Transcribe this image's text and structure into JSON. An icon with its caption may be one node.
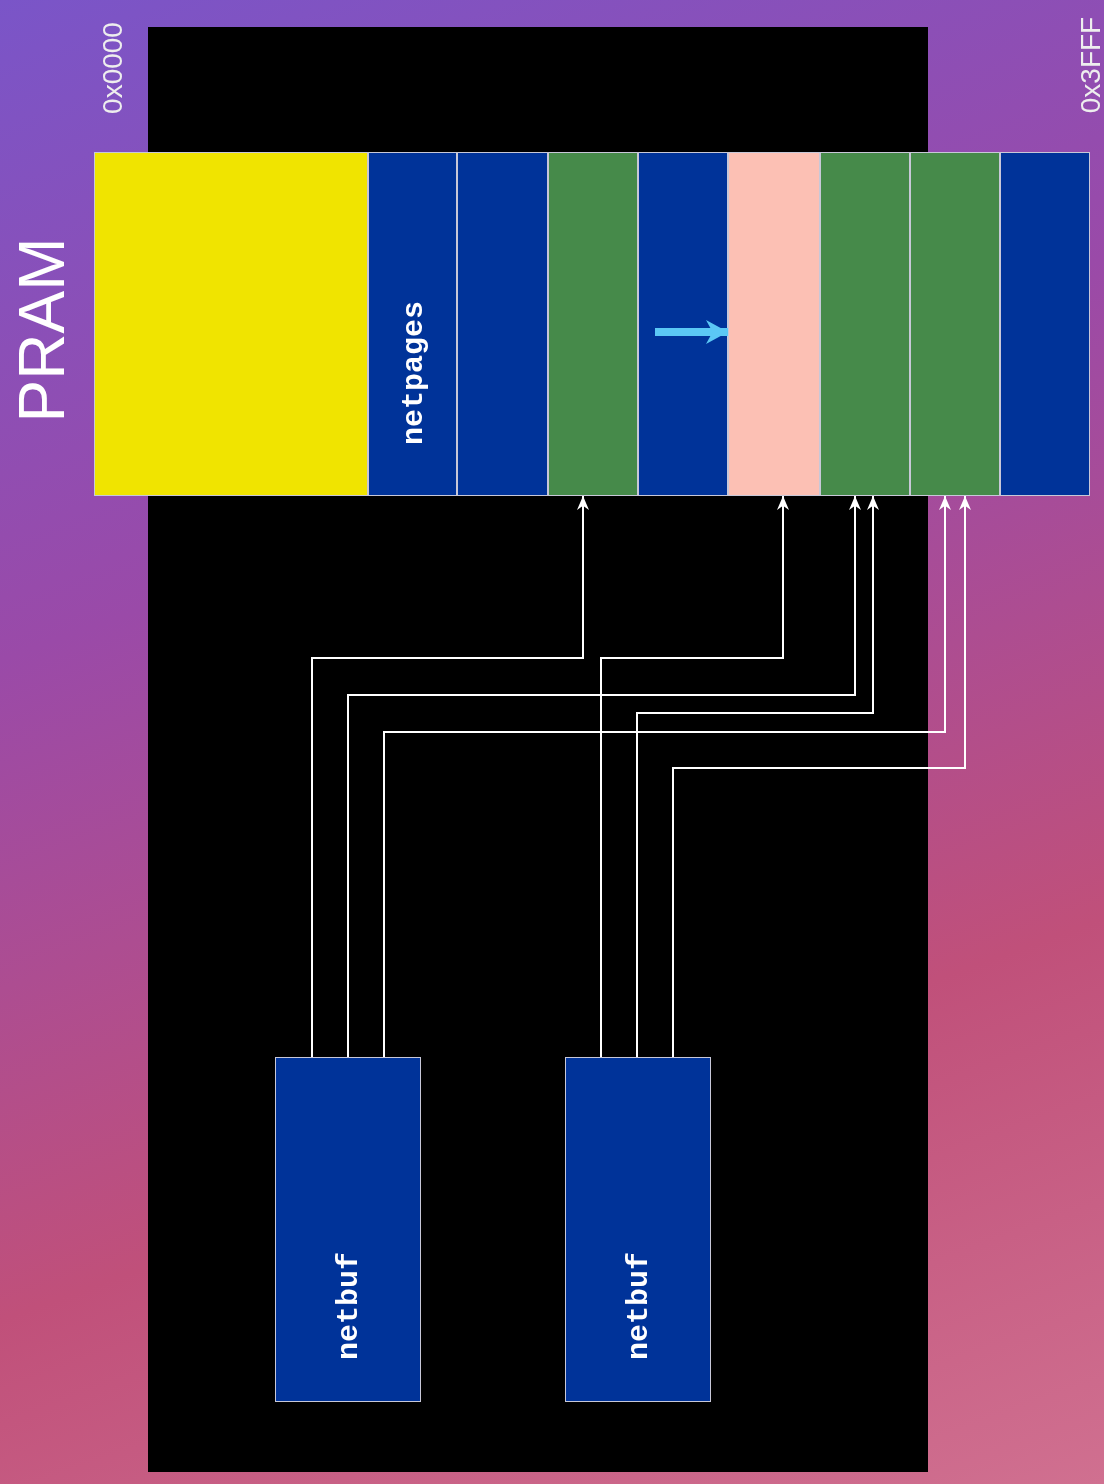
{
  "diagram": {
    "nodes": [
      {
        "text": [
          "PRAM"
        ]
      },
      {
        "text": [],
        "shape": "box",
        "in": 0
      },
      {
        "text": [
          "netpages"
        ],
        "in": 0
      },
      {
        "text": [],
        "shape": "box",
        "in": 0
      },
      {
        "text": [],
        "shape": "box",
        "in": 0
      },
      {
        "text": [],
        "shape": "box",
        "in": 0
      },
      {
        "text": [],
        "shape": "box",
        "in": 0
      },
      {
        "text": [],
        "shape": "box",
        "in": 0
      },
      {
        "text": [],
        "shape": "box",
        "in": 0
      },
      {
        "text": [],
        "shape": "box",
        "in": 0
      },
      {
        "text": [
          "netbuf"
        ]
      },
      {
        "text": [
          "netbuf"
        ]
      }
    ],
    "edges": [
      {
        "from": 10,
        "to": 4,
        "arrow": "to"
      },
      {
        "from": 10,
        "to": 7,
        "arrow": "to"
      },
      {
        "from": 10,
        "to": 8,
        "arrow": "to"
      },
      {
        "from": 11,
        "to": 6,
        "arrow": "to"
      },
      {
        "from": 11,
        "to": 7,
        "arrow": "to"
      },
      {
        "from": 11,
        "to": 8,
        "arrow": "to"
      },
      {
        "from": 5,
        "to": 6,
        "arrow": "to",
        "style": "thick",
        "color": "#5bc8f5"
      }
    ],
    "labels": [
      "0x0000",
      "0x3FFF"
    ]
  }
}
